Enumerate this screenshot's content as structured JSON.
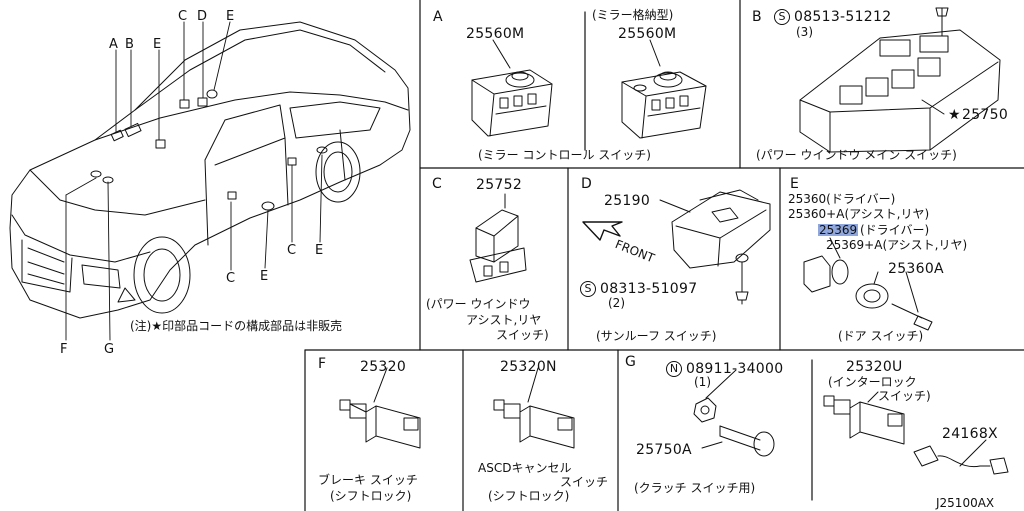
{
  "car": {
    "labels": [
      "A",
      "B",
      "E",
      "C",
      "D",
      "E",
      "C",
      "E",
      "C",
      "E",
      "F",
      "G"
    ],
    "note": "(注)★印部品コードの構成部品は非販売"
  },
  "panelA": {
    "letter": "A",
    "left_part": "25560M",
    "right_title": "(ミラー格納型)",
    "right_part": "25560M",
    "caption": "(ミラー コントロール スイッチ)"
  },
  "panelB": {
    "letter": "B",
    "bolt_symbol": "S",
    "bolt_part": "08513-51212",
    "bolt_qty": "(3)",
    "star": "★",
    "switch_part": "25750",
    "caption": "(パワー ウインドウ メイン スイッチ)"
  },
  "panelC": {
    "letter": "C",
    "part": "25752",
    "caption_1": "(パワー ウインドウ",
    "caption_2": "アシスト,リヤ",
    "caption_3": "スイッチ)"
  },
  "panelD": {
    "letter": "D",
    "part": "25190",
    "front": "FRONT",
    "bolt_symbol": "S",
    "bolt_part": "08313-51097",
    "bolt_qty": "(2)",
    "caption": "(サンルーフ スイッチ)"
  },
  "panelE": {
    "letter": "E",
    "line_1": "25360(ドライバー)",
    "line_2": "25360+A(アシスト,リヤ)",
    "line_3_part": "25369",
    "line_3_rest": "(ドライバー)",
    "line_4": "25369+A(アシスト,リヤ)",
    "part_a": "25360A",
    "caption": "(ドア スイッチ)"
  },
  "panelF": {
    "letter": "F",
    "left_part": "25320",
    "left_caption_1": "ブレーキ スイッチ",
    "left_caption_2": "(シフトロック)",
    "right_part": "25320N",
    "right_caption_1": "ASCDキャンセル",
    "right_caption_2": "スイッチ",
    "right_caption_3": "(シフトロック)"
  },
  "panelG": {
    "letter": "G",
    "nut_symbol": "N",
    "nut_part": "08911-34000",
    "nut_qty": "(1)",
    "bolt_part": "25750A",
    "left_caption": "(クラッチ スイッチ用)",
    "switch_part": "25320U",
    "switch_caption_1": "(インターロック",
    "switch_caption_2": "スイッチ)",
    "harness_part": "24168X",
    "drawing_code": "J25100AX"
  },
  "colors": {
    "line": "#111111",
    "highlight": "#8fa7dc",
    "background": "#ffffff"
  }
}
